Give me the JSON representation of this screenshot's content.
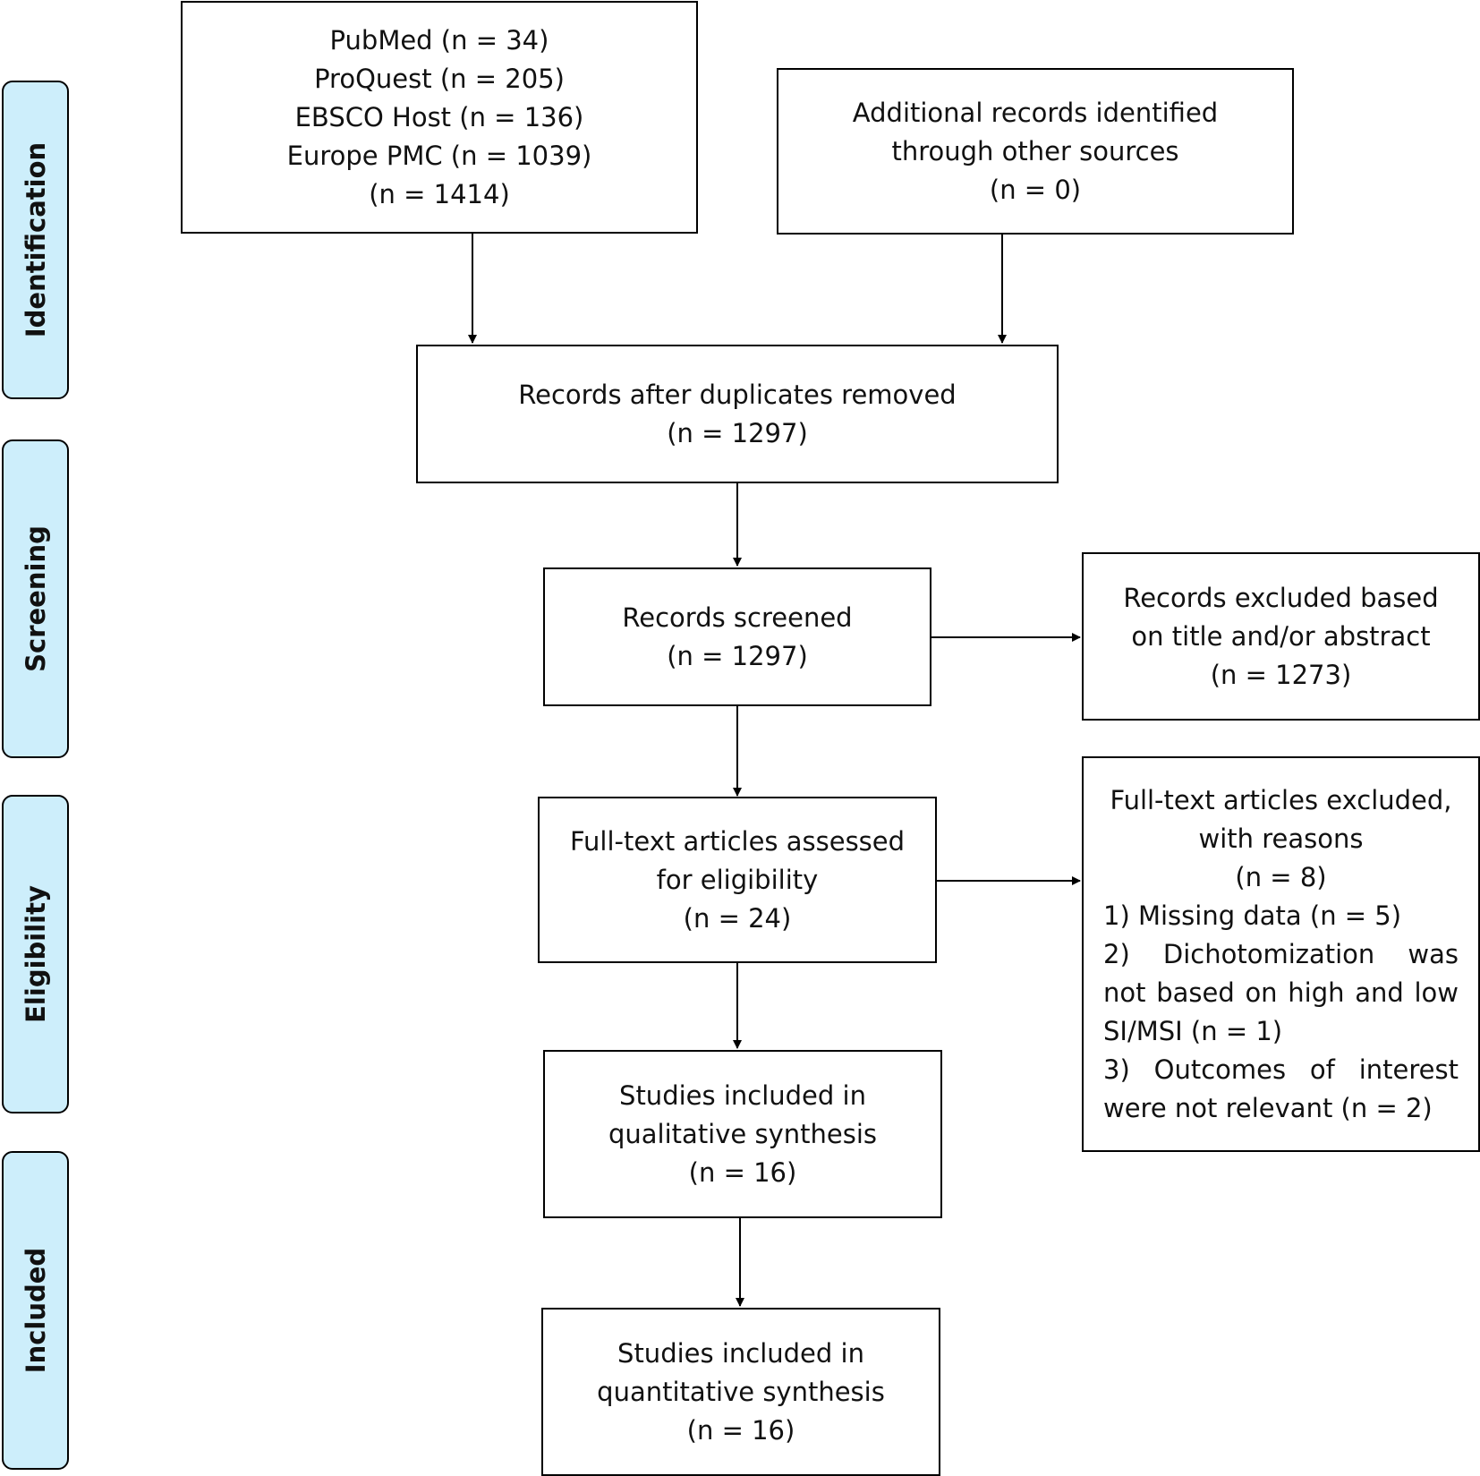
{
  "phases": {
    "identification": "Identification",
    "screening": "Screening",
    "eligibility": "Eligibility",
    "included": "Included"
  },
  "boxes": {
    "databases": [
      "PubMed (n = 34)",
      "ProQuest (n = 205)",
      "EBSCO Host (n = 136)",
      "Europe PMC (n = 1039)",
      "(n = 1414)"
    ],
    "other_sources": [
      "Additional records identified",
      "through other sources",
      "(n = 0)"
    ],
    "after_duplicates": [
      "Records after duplicates removed",
      "(n = 1297)"
    ],
    "screened": [
      "Records screened",
      "(n = 1297)"
    ],
    "excluded_title": [
      "Records excluded based",
      "on title and/or abstract",
      "(n = 1273)"
    ],
    "fulltext_assessed": [
      "Full-text articles assessed",
      "for eligibility",
      "(n = 24)"
    ],
    "fulltext_excluded": [
      "Full-text articles excluded,",
      "with reasons",
      "(n = 8)",
      "1) Missing data (n = 5)",
      "2)  Dichotomization  was",
      "not based on high and low",
      "SI/MSI (n = 1)",
      "3)  Outcomes  of  interest",
      "were not relevant (n = 2)"
    ],
    "qualitative": [
      "Studies included in",
      "qualitative synthesis",
      "(n = 16)"
    ],
    "quantitative": [
      "Studies included in",
      "quantitative synthesis",
      "(n = 16)"
    ]
  }
}
